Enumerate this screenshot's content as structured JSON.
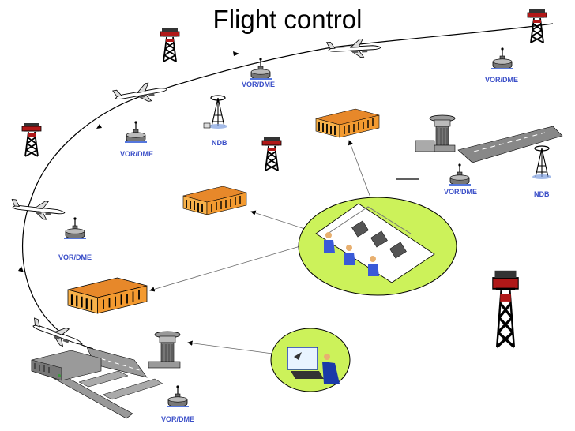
{
  "title": "Flight control",
  "labels": {
    "vor1": "VOR/DME",
    "vor2": "VOR/DME",
    "vor3": "VOR/DME",
    "vor4": "VOR/DME",
    "vor5": "VOR/DME",
    "vor6": "VOR/DME",
    "ndb1": "NDB",
    "ndb2": "NDB"
  },
  "icons": [
    "radar-tower-icon",
    "airplane-icon",
    "vor-dme-beacon-icon",
    "ndb-antenna-icon",
    "control-center-building-icon",
    "airport-terminal-icon",
    "control-tower-icon",
    "runway-icon",
    "air-traffic-controllers-icon",
    "radar-operator-icon"
  ],
  "colors": {
    "flight_path": "#000000",
    "label": "#3a4ec8",
    "room_fill": "#ccf25a",
    "building_orange": "#f0a030",
    "tower_red": "#b01818"
  }
}
